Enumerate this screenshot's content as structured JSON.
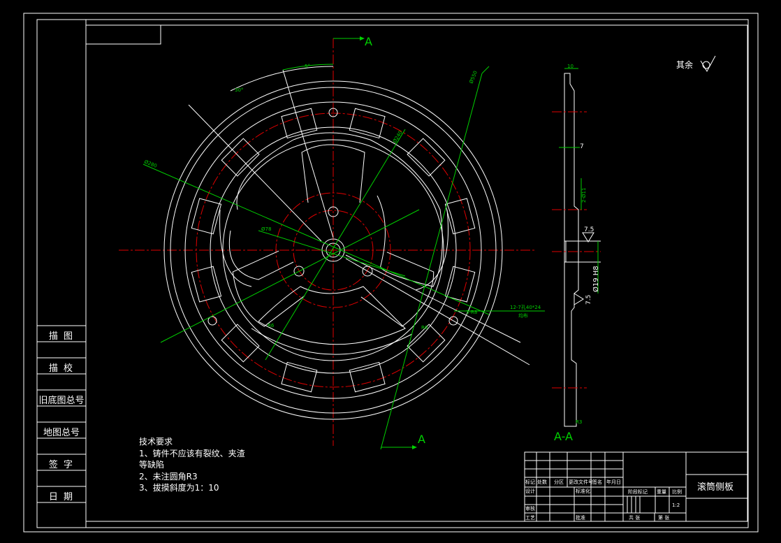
{
  "side_labels": [
    "描 图",
    "描 校",
    "旧底图总号",
    "地图总号",
    "签 字",
    "日 期"
  ],
  "section_marks": {
    "top": "A",
    "bottom": "A",
    "view_label": "A-A"
  },
  "roughness_note": "其余",
  "technical_requirements": {
    "title": "技术要求",
    "lines": [
      "1、铸件不应该有裂纹、夹渣",
      "等缺陷",
      "2、未注圆角R3",
      "3、拔摸斜度为1：10"
    ]
  },
  "dimensions": {
    "dia_outer": "Ø550",
    "dia_280": "Ø280",
    "dia_240": "Ø240",
    "dia_78": "Ø78",
    "angle_30": "30°",
    "angle_5": "5°",
    "holes": "12-7孔40*24",
    "holes_sub": "均布",
    "r6a": "R6",
    "r6b": "R6",
    "r3": "3-R8",
    "side_top": "10",
    "side_7": "7",
    "side_011": "2-Ø11",
    "side_75a": "7.5",
    "side_75b": "7.5",
    "side_bore": "Ø19 H8",
    "side_bottom": "R3"
  },
  "title_block": {
    "part_name": "滚筒侧板",
    "scale_label": "比例",
    "scale": "1:2",
    "stage_label": "阶段标记",
    "weight_label": "重量",
    "sheet_total": "共 张",
    "sheet_no": "第 张",
    "row_labels": [
      "标记",
      "处数",
      "分区",
      "更改文件号",
      "签名",
      "年月日"
    ],
    "design": "设计",
    "standard": "标准化",
    "review": "审核",
    "craft": "工艺",
    "approve": "批准"
  }
}
